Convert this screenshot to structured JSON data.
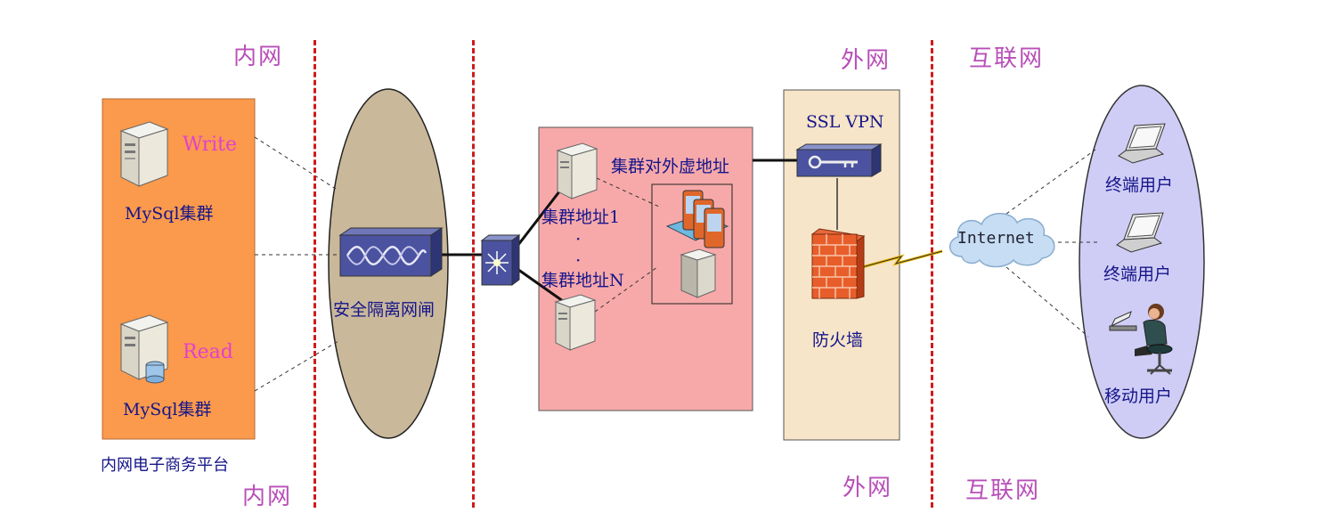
{
  "zones": {
    "intranet_top": "内网",
    "intranet_bottom": "内网",
    "extranet_top": "外网",
    "extranet_bottom": "外网",
    "internet_top": "互联网",
    "internet_bottom": "互联网"
  },
  "platform": {
    "write_label": "Write",
    "read_label": "Read",
    "mysql_cluster_1": "MySql集群",
    "mysql_cluster_2": "MySql集群",
    "caption": "内网电子商务平台"
  },
  "gateway": {
    "label": "安全隔离网闸"
  },
  "cluster": {
    "virtual_address": "集群对外虚地址",
    "address_1": "集群地址1",
    "address_n": "集群地址N",
    "dots": "·"
  },
  "dmz": {
    "vpn_label": "SSL VPN",
    "firewall_label": "防火墙"
  },
  "internet": {
    "label": "Internet"
  },
  "users": {
    "terminal_1": "终端用户",
    "terminal_2": "终端用户",
    "mobile": "移动用户"
  },
  "colors": {
    "zone_text": "#b84fb8",
    "divider": "#d11a1a",
    "platform_bg": "#fb9a4c",
    "gateway_ellipse": "#c9b89a",
    "cluster_bg": "#f7a9a9",
    "dmz_bg": "#f6e5c8",
    "users_ellipse": "#cfcdf5",
    "label_text": "#15158a"
  }
}
